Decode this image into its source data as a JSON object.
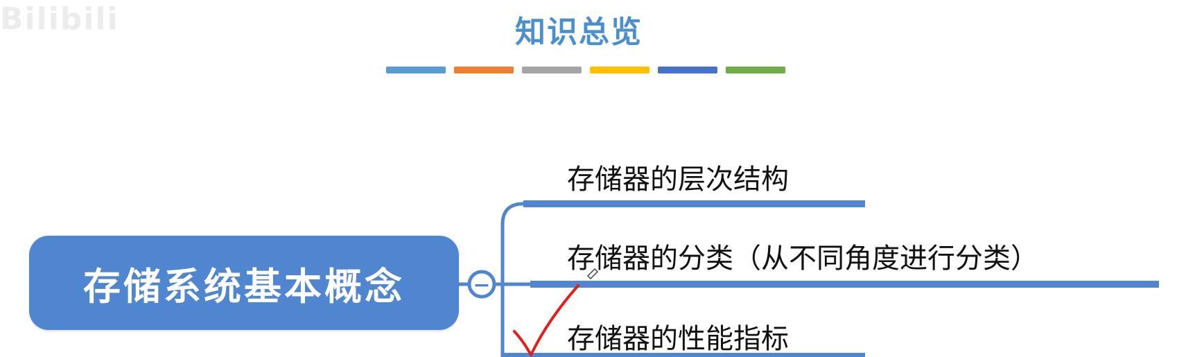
{
  "watermark": "Bilibili",
  "title": "知识总览",
  "colors": {
    "node_fill": "#4f86cf",
    "line": "#4f86cf",
    "title": "#4a90d0",
    "check_mark": "#e0201c"
  },
  "color_bars": [
    "#5b9bd5",
    "#ed7d31",
    "#a5a5a5",
    "#ffc000",
    "#4472c4",
    "#70ad47"
  ],
  "root": {
    "label": "存储系统基本概念",
    "collapse_symbol": "−"
  },
  "branches": [
    {
      "label": "存储器的层次结构",
      "checked": false
    },
    {
      "label": "存储器的分类（从不同角度进行分类）",
      "checked": false
    },
    {
      "label": "存储器的性能指标",
      "checked": true
    }
  ]
}
